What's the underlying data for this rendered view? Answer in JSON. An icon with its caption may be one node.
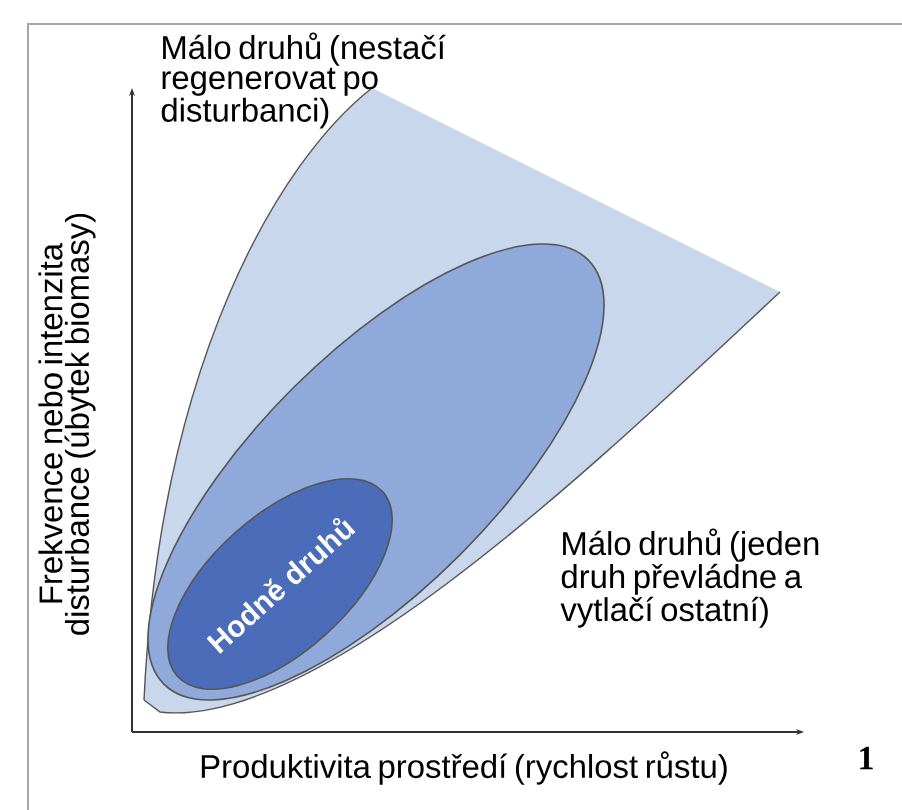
{
  "diagram": {
    "nodes": [
      {
        "text": [],
        "shape": "sector"
      },
      {
        "text": [],
        "shape": "ellipse",
        "in": 0
      },
      {
        "text": [
          "Hodně druhů"
        ],
        "in": 1
      }
    ],
    "labels": [
      "Málo druhů (nestačí regenerovat po disturbanci)",
      "Frekvence nebo intenzita disturbance (úbytek biomasy)",
      "Málo druhů (jeden druh převládne a vytlačí ostatní)",
      "Produktivita prostředí (rychlost růstu)",
      "1"
    ]
  }
}
